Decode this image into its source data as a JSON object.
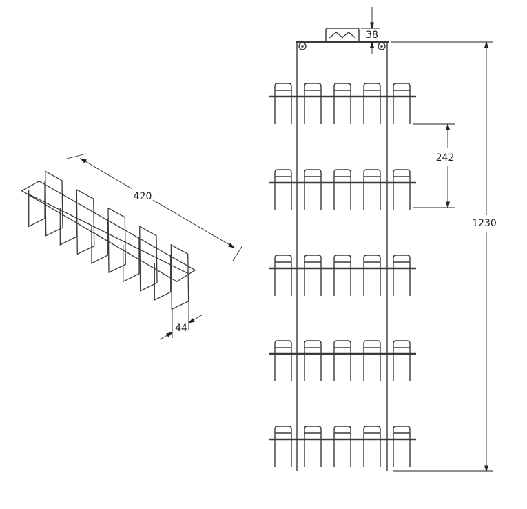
{
  "drawing": {
    "iso_view": {
      "length_dim": "420",
      "depth_dim": "44",
      "tall_panels": 5,
      "short_panels": 5
    },
    "front_view": {
      "shelves": 5,
      "hooks_per_shelf": 5,
      "bracket_dim": "38",
      "shelf_spacing_dim": "242",
      "overall_height_dim": "1230"
    },
    "colors": {
      "line": "#3a3a3a",
      "dim_line": "#222222",
      "background": "#ffffff"
    }
  }
}
